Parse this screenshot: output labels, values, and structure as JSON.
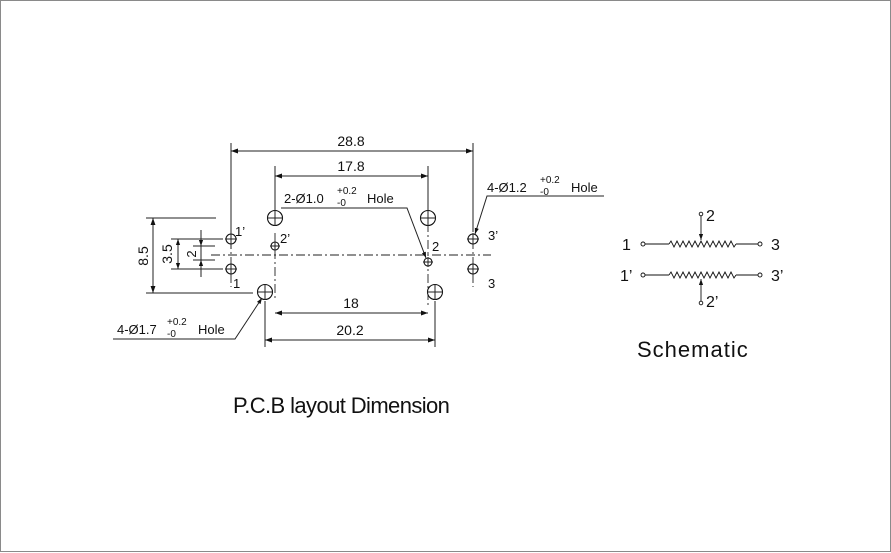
{
  "dimensions": {
    "d28_8": "28.8",
    "d17_8": "17.8",
    "d8_5": "8.5",
    "d3_5": "3.5",
    "d2": "2",
    "d18": "18",
    "d20_2": "20.2"
  },
  "callouts": {
    "hole_1_0": {
      "prefix": "2-Ø1.0",
      "tol_upper": "+0.2",
      "tol_lower": "-0",
      "suffix": "Hole"
    },
    "hole_1_2": {
      "prefix": "4-Ø1.2",
      "tol_upper": "+0.2",
      "tol_lower": "-0",
      "suffix": "Hole"
    },
    "hole_1_7": {
      "prefix": "4-Ø1.7",
      "tol_upper": "+0.2",
      "tol_lower": "-0",
      "suffix": "Hole"
    }
  },
  "pin_labels": {
    "p1_prime": "1’",
    "p2_prime": "2’",
    "p1": "1",
    "p2": "2",
    "p3_prime": "3’",
    "p3": "3"
  },
  "schematic": {
    "title": "Schematic",
    "top": {
      "left": "1",
      "right": "3",
      "wiper": "2"
    },
    "bottom": {
      "left": "1’",
      "right": "3’",
      "wiper": "2’"
    }
  },
  "caption": "P.C.B layout Dimension",
  "colors": {
    "line": "#222222",
    "background": "#ffffff",
    "frame": "#8a8a8a"
  }
}
